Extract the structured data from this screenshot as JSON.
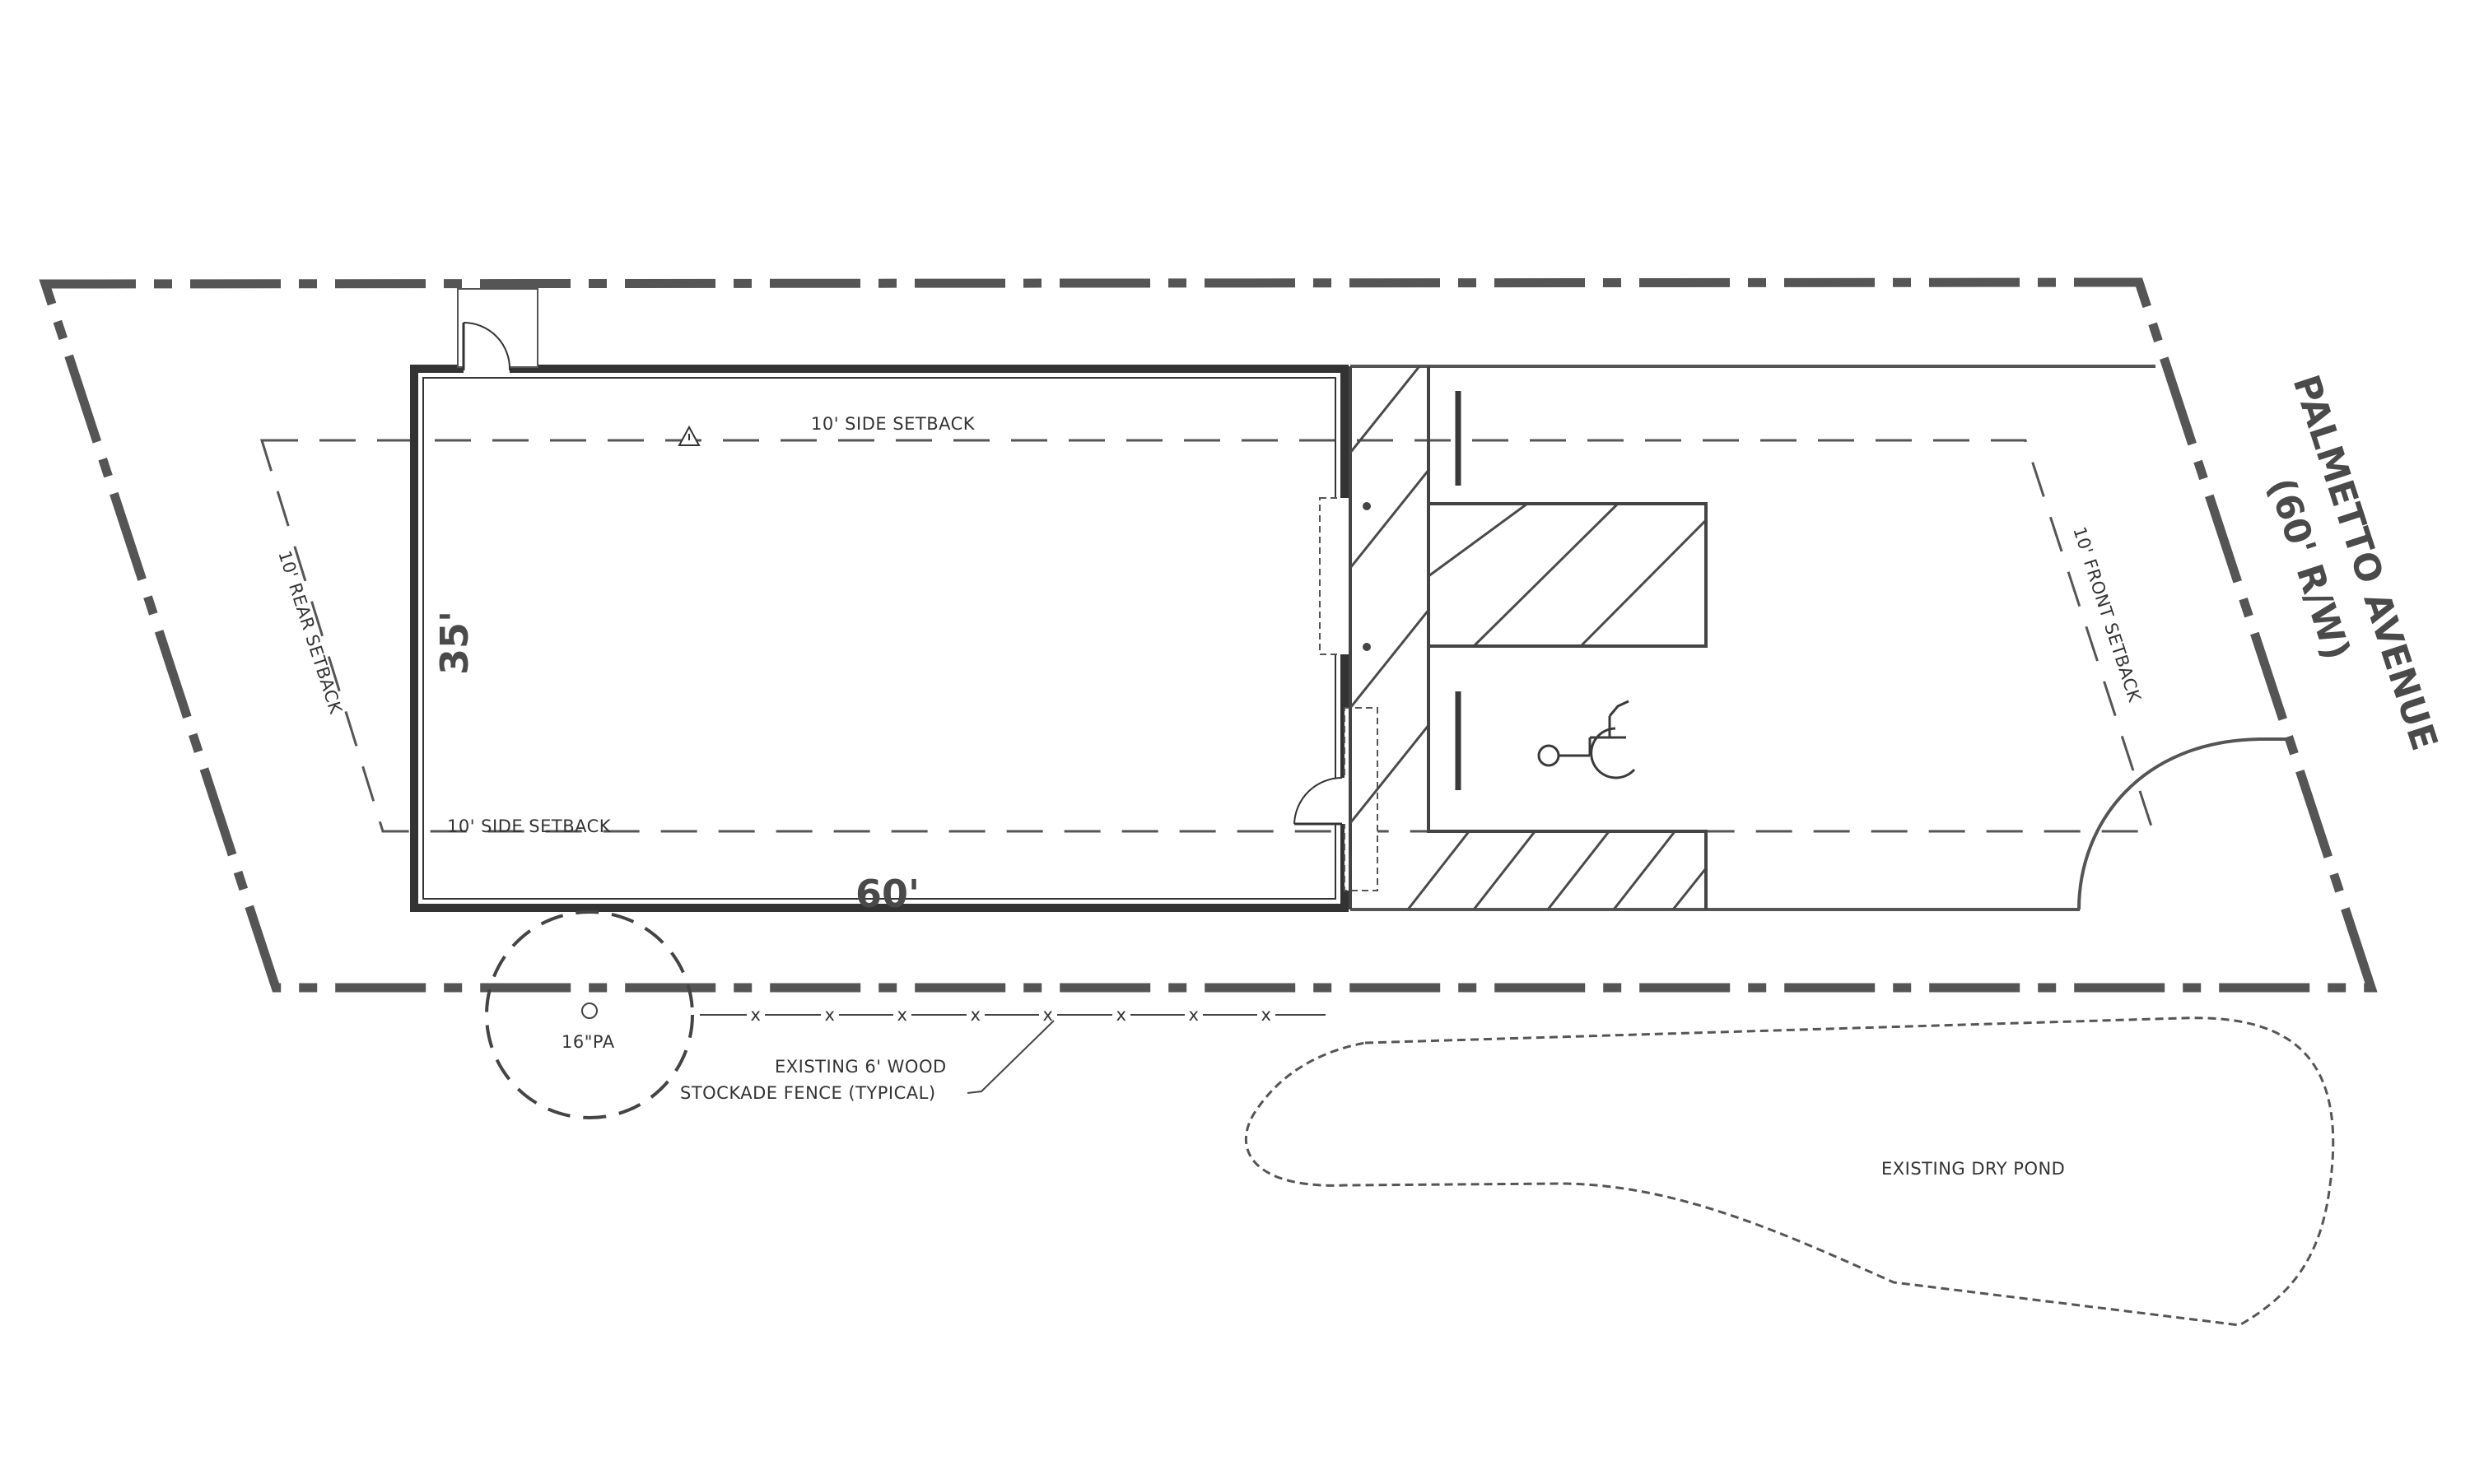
{
  "labels": {
    "side_setback_top": "10' SIDE SETBACK",
    "side_setback_bottom": "10' SIDE SETBACK",
    "rear_setback": "10' REAR SETBACK",
    "front_setback": "10' FRONT SETBACK",
    "width_dimension": "60'",
    "depth_dimension": "35'",
    "street_name": "PALMETTO AVENUE",
    "street_row": "(60' R/W)",
    "tree": "16\"PA",
    "fence_line1": "EXISTING 6' WOOD",
    "fence_line2": "STOCKADE FENCE (TYPICAL)",
    "pond": "EXISTING DRY POND"
  },
  "fence_marker": "x",
  "colors": {
    "line": "#555555",
    "dark": "#3a3a3a",
    "background": "#ffffff"
  },
  "icons": [
    "accessible-parking-icon",
    "warning-triangle-icon"
  ]
}
